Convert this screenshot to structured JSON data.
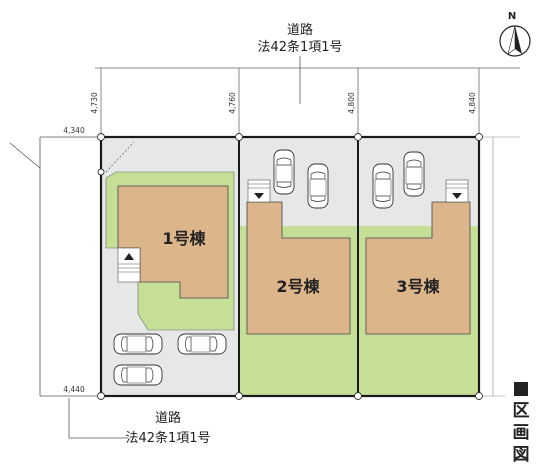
{
  "roads": {
    "top": {
      "line1": "道路",
      "line2": "法42条1項1号"
    },
    "bottom": {
      "line1": "道路",
      "line2": "法42条1項1号"
    }
  },
  "dimensions": {
    "top_left": "4,730",
    "top_2": "4,760",
    "top_3": "4,800",
    "top_right": "4,840",
    "left_top": "4,340",
    "left_bottom": "4,440"
  },
  "buildings": {
    "b1": "1号棟",
    "b2": "2号棟",
    "b3": "3号棟"
  },
  "compass": {
    "label": "N"
  },
  "side_title": [
    "区",
    "画",
    "図"
  ],
  "colors": {
    "lawn": "#c5df97",
    "building": "#ddb58a",
    "paving": "#e6e8e8",
    "boundary": "#1a1a1a"
  }
}
